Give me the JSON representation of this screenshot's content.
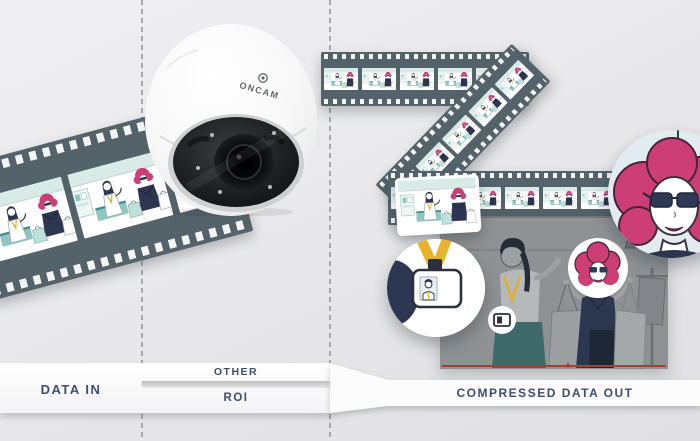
{
  "diagram": {
    "type": "camera-compression-infographic",
    "camera": {
      "brand": "ONCAM"
    },
    "flow": {
      "input_label": "DATA IN",
      "other_label": "OTHER",
      "roi_label": "ROI",
      "output_label": "COMPRESSED DATA OUT"
    },
    "colors": {
      "background": "#e9e9eb",
      "film_strip": "#54626a",
      "accent_pink": "#ce3e76",
      "accent_teal": "#3f8f8d",
      "accent_navy": "#2d3550",
      "lanyard_yellow": "#e8b22c",
      "roi_line_red": "#b03a2c",
      "label_text": "#3e4d6f"
    }
  }
}
